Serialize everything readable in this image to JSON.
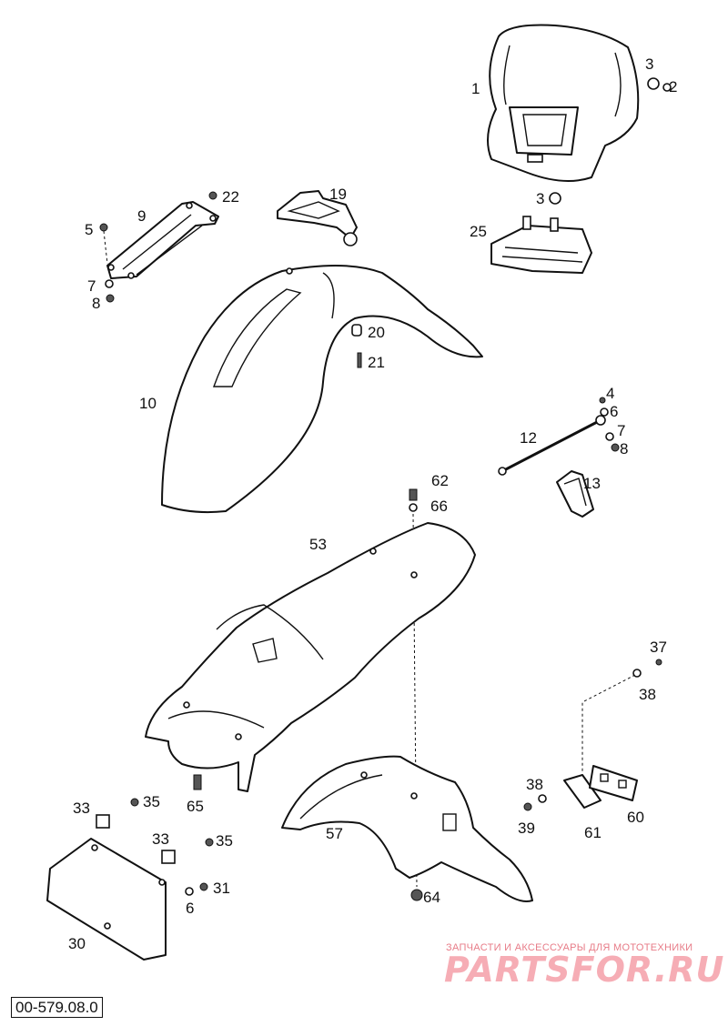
{
  "diagram": {
    "document_number": "00-579.08.0",
    "part_numbers": {
      "headlight_mask": "1",
      "nut_a": "2",
      "rubber_top": "3",
      "rubber_bottom": "3",
      "screw_12": "4",
      "bolt_9": "5",
      "washer_12": "6",
      "washer_9": "7",
      "washer_12b": "7",
      "nut_9": "8",
      "nut_12": "8",
      "front_bracket": "9",
      "front_fender": "10",
      "cable_guide": "12",
      "clamp": "13",
      "bracket_19": "19",
      "bushing_20": "20",
      "screw_21": "21",
      "screw_22": "22",
      "speedo_holder": "25",
      "number_plate": "30",
      "plate_clip_a": "33",
      "plate_clip_b": "33",
      "screw_35a": "35",
      "screw_35b": "35",
      "washer_plate": "6",
      "screw_31": "31",
      "screw_37": "37",
      "washer_38a": "38",
      "washer_38b": "38",
      "nut_39": "39",
      "rear_fender": "53",
      "splash_guard": "57",
      "reflector": "60",
      "reflector_holder": "61",
      "screw_62": "62",
      "screw_64": "64",
      "screw_65": "65",
      "washer_66": "66"
    }
  },
  "watermark": {
    "tagline": "ЗАПЧАСТИ И АКСЕССУАРЫ ДЛЯ МОТОТЕХНИКИ",
    "logo": "PARTSFOR.RU"
  }
}
